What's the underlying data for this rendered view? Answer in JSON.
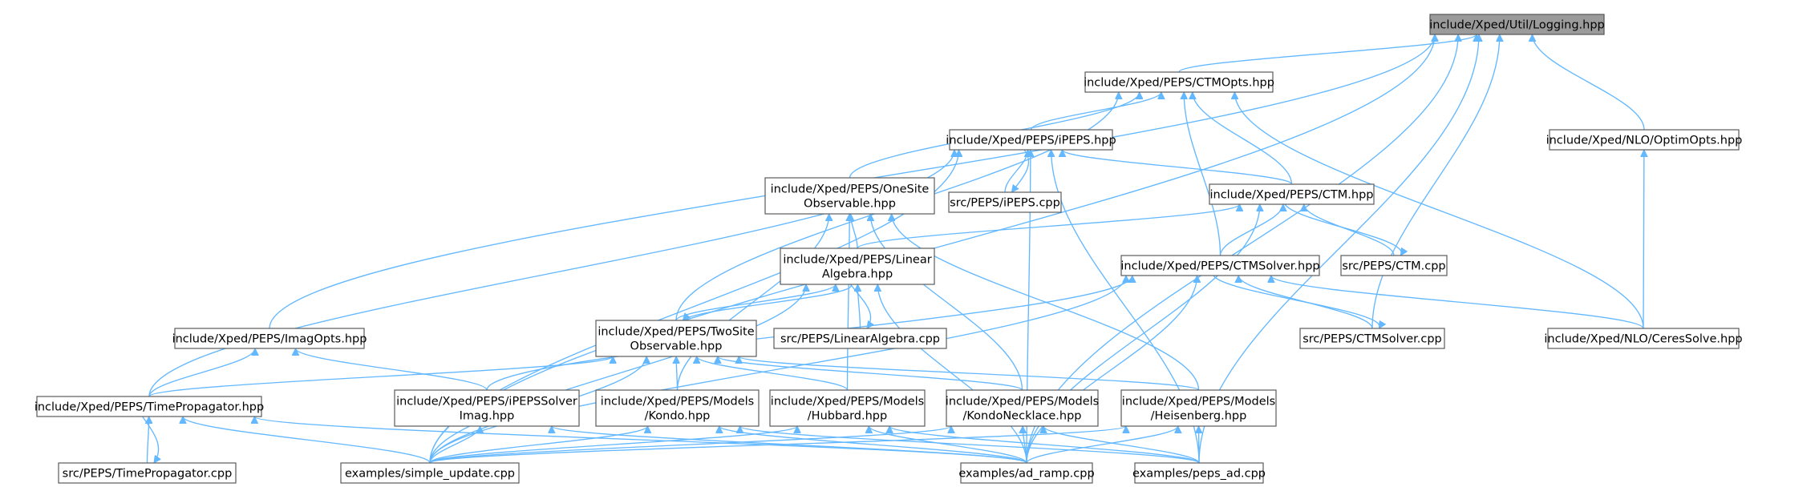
{
  "graph": {
    "root": "include/Xped/Util/Logging.hpp",
    "nodes": [
      {
        "id": "logging",
        "lines": [
          "include/Xped/Util/Logging.hpp"
        ],
        "root": true
      },
      {
        "id": "ctmopts",
        "lines": [
          "include/Xped/PEPS/CTMOpts.hpp"
        ]
      },
      {
        "id": "ipeps",
        "lines": [
          "include/Xped/PEPS/iPEPS.hpp"
        ]
      },
      {
        "id": "optimopts",
        "lines": [
          "include/Xped/NLO/OptimOpts.hpp"
        ]
      },
      {
        "id": "srcipeps",
        "lines": [
          "src/PEPS/iPEPS.cpp"
        ]
      },
      {
        "id": "onesite",
        "lines": [
          "include/Xped/PEPS/OneSite",
          "Observable.hpp"
        ]
      },
      {
        "id": "ctm",
        "lines": [
          "include/Xped/PEPS/CTM.hpp"
        ]
      },
      {
        "id": "linalg",
        "lines": [
          "include/Xped/PEPS/Linear",
          "Algebra.hpp"
        ]
      },
      {
        "id": "ctmsolver",
        "lines": [
          "include/Xped/PEPS/CTMSolver.hpp"
        ]
      },
      {
        "id": "srcctm",
        "lines": [
          "src/PEPS/CTM.cpp"
        ]
      },
      {
        "id": "imagopts",
        "lines": [
          "include/Xped/PEPS/ImagOpts.hpp"
        ]
      },
      {
        "id": "twosite",
        "lines": [
          "include/Xped/PEPS/TwoSite",
          "Observable.hpp"
        ]
      },
      {
        "id": "srclinalg",
        "lines": [
          "src/PEPS/LinearAlgebra.cpp"
        ]
      },
      {
        "id": "srcctmsolver",
        "lines": [
          "src/PEPS/CTMSolver.cpp"
        ]
      },
      {
        "id": "ceres",
        "lines": [
          "include/Xped/NLO/CeresSolve.hpp"
        ]
      },
      {
        "id": "timeprop",
        "lines": [
          "include/Xped/PEPS/TimePropagator.hpp"
        ]
      },
      {
        "id": "ipepssolver",
        "lines": [
          "include/Xped/PEPS/iPEPSSolver",
          "Imag.hpp"
        ]
      },
      {
        "id": "kondo",
        "lines": [
          "include/Xped/PEPS/Models",
          "/Kondo.hpp"
        ]
      },
      {
        "id": "hubbard",
        "lines": [
          "include/Xped/PEPS/Models",
          "/Hubbard.hpp"
        ]
      },
      {
        "id": "kondonecklace",
        "lines": [
          "include/Xped/PEPS/Models",
          "/KondoNecklace.hpp"
        ]
      },
      {
        "id": "heisenberg",
        "lines": [
          "include/Xped/PEPS/Models",
          "/Heisenberg.hpp"
        ]
      },
      {
        "id": "srctimeprop",
        "lines": [
          "src/PEPS/TimePropagator.cpp"
        ]
      },
      {
        "id": "simpleupdate",
        "lines": [
          "examples/simple_update.cpp"
        ]
      },
      {
        "id": "adramp",
        "lines": [
          "examples/ad_ramp.cpp"
        ]
      },
      {
        "id": "pepsad",
        "lines": [
          "examples/peps_ad.cpp"
        ]
      }
    ],
    "edges": [
      [
        "logging",
        "ctmopts"
      ],
      [
        "logging",
        "optimopts"
      ],
      [
        "logging",
        "imagopts"
      ],
      [
        "logging",
        "srcctmsolver"
      ],
      [
        "logging",
        "simpleupdate"
      ],
      [
        "logging",
        "adramp"
      ],
      [
        "logging",
        "pepsad"
      ],
      [
        "ctmopts",
        "ipeps"
      ],
      [
        "ctmopts",
        "onesite"
      ],
      [
        "ctmopts",
        "ctm"
      ],
      [
        "ctmopts",
        "ctmsolver"
      ],
      [
        "ctmopts",
        "twosite"
      ],
      [
        "ctmopts",
        "ceres"
      ],
      [
        "ipeps",
        "srcipeps"
      ],
      [
        "ipeps",
        "ctm"
      ],
      [
        "ipeps",
        "timeprop"
      ],
      [
        "ipeps",
        "simpleupdate"
      ],
      [
        "ipeps",
        "adramp"
      ],
      [
        "ipeps",
        "pepsad"
      ],
      [
        "srcipeps",
        "ipeps"
      ],
      [
        "optimopts",
        "ceres"
      ],
      [
        "onesite",
        "linalg"
      ],
      [
        "onesite",
        "kondo"
      ],
      [
        "onesite",
        "hubbard"
      ],
      [
        "onesite",
        "kondonecklace"
      ],
      [
        "onesite",
        "heisenberg"
      ],
      [
        "ctm",
        "linalg"
      ],
      [
        "ctm",
        "ctmsolver"
      ],
      [
        "ctm",
        "srcctm"
      ],
      [
        "ctm",
        "adramp"
      ],
      [
        "srcctm",
        "ctm"
      ],
      [
        "linalg",
        "twosite"
      ],
      [
        "linalg",
        "srclinalg"
      ],
      [
        "linalg",
        "simpleupdate"
      ],
      [
        "linalg",
        "adramp"
      ],
      [
        "srclinalg",
        "linalg"
      ],
      [
        "twosite",
        "linalg"
      ],
      [
        "ctmsolver",
        "srcctmsolver"
      ],
      [
        "ctmsolver",
        "ceres"
      ],
      [
        "ctmsolver",
        "ipepssolver"
      ],
      [
        "ctmsolver",
        "simpleupdate"
      ],
      [
        "ctmsolver",
        "adramp"
      ],
      [
        "srcctmsolver",
        "ctmsolver"
      ],
      [
        "imagopts",
        "timeprop"
      ],
      [
        "imagopts",
        "ipepssolver"
      ],
      [
        "twosite",
        "timeprop"
      ],
      [
        "twosite",
        "kondo"
      ],
      [
        "twosite",
        "hubbard"
      ],
      [
        "twosite",
        "kondonecklace"
      ],
      [
        "twosite",
        "heisenberg"
      ],
      [
        "twosite",
        "simpleupdate"
      ],
      [
        "timeprop",
        "srctimeprop"
      ],
      [
        "timeprop",
        "simpleupdate"
      ],
      [
        "timeprop",
        "adramp"
      ],
      [
        "srctimeprop",
        "timeprop"
      ],
      [
        "ipepssolver",
        "simpleupdate"
      ],
      [
        "ipepssolver",
        "adramp"
      ],
      [
        "kondo",
        "simpleupdate"
      ],
      [
        "kondo",
        "adramp"
      ],
      [
        "kondo",
        "pepsad"
      ],
      [
        "hubbard",
        "simpleupdate"
      ],
      [
        "hubbard",
        "adramp"
      ],
      [
        "hubbard",
        "pepsad"
      ],
      [
        "kondonecklace",
        "adramp"
      ],
      [
        "kondonecklace",
        "pepsad"
      ],
      [
        "kondonecklace",
        "simpleupdate"
      ],
      [
        "heisenberg",
        "adramp"
      ],
      [
        "heisenberg",
        "pepsad"
      ],
      [
        "heisenberg",
        "simpleupdate"
      ]
    ]
  },
  "colors": {
    "edge": "#63b8ff",
    "node_border": "#5a5a5a",
    "node_fill": "#ffffff",
    "root_fill": "#9b9b9b"
  }
}
